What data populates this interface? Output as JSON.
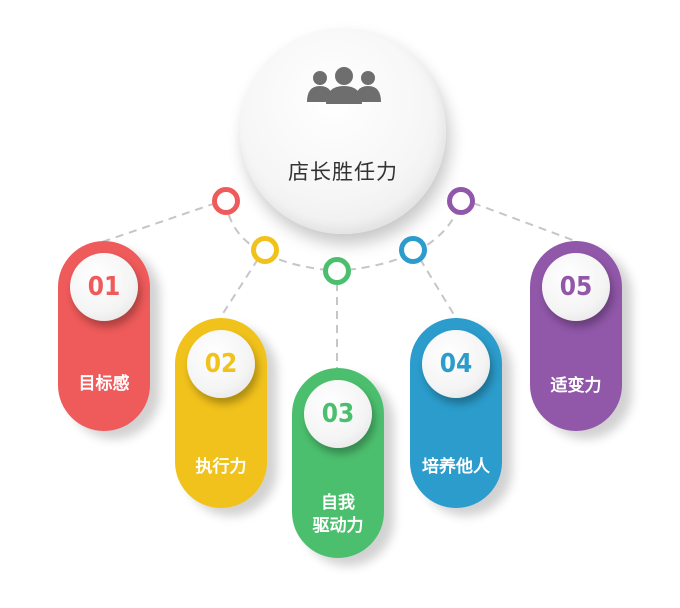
{
  "title": "店长胜任力",
  "icon": "people-group-icon",
  "items": [
    {
      "number": "01",
      "label": "目标感",
      "color": "#ef5a5a",
      "ring": "#ef5a5a"
    },
    {
      "number": "02",
      "label": "执行力",
      "color": "#f1c21b",
      "ring": "#f1c21b"
    },
    {
      "number": "03",
      "label": "自我\n驱动力",
      "color": "#4cbf6e",
      "ring": "#4cbf6e"
    },
    {
      "number": "04",
      "label": "培养他人",
      "color": "#2b9ccb",
      "ring": "#2b9ccb"
    },
    {
      "number": "05",
      "label": "适变力",
      "color": "#9157a9",
      "ring": "#9157a9"
    }
  ]
}
